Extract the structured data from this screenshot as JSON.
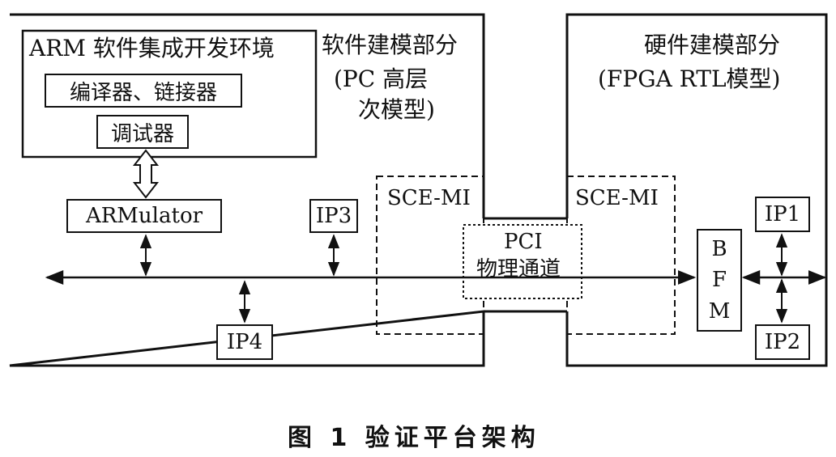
{
  "software_side": {
    "title_line1": "软件建模部分",
    "title_line2": "(PC  高层",
    "title_line3": "次模型)",
    "arm_env": {
      "title": "ARM 软件集成开发环境",
      "compiler_linker": "编译器、链接器",
      "debugger": "调试器"
    },
    "armulator": "ARMulator",
    "ip3": "IP3",
    "ip4": "IP4",
    "scemi": "SCE-MI"
  },
  "hardware_side": {
    "title_line1": "硬件建模部分",
    "title_line2": "(FPGA RTL模型)",
    "scemi": "SCE-MI",
    "bfm_letters": [
      "B",
      "F",
      "M"
    ],
    "ip1": "IP1",
    "ip2": "IP2"
  },
  "pci": {
    "line1": "PCI",
    "line2": "物理通道"
  },
  "caption": "图 1   验证平台架构"
}
